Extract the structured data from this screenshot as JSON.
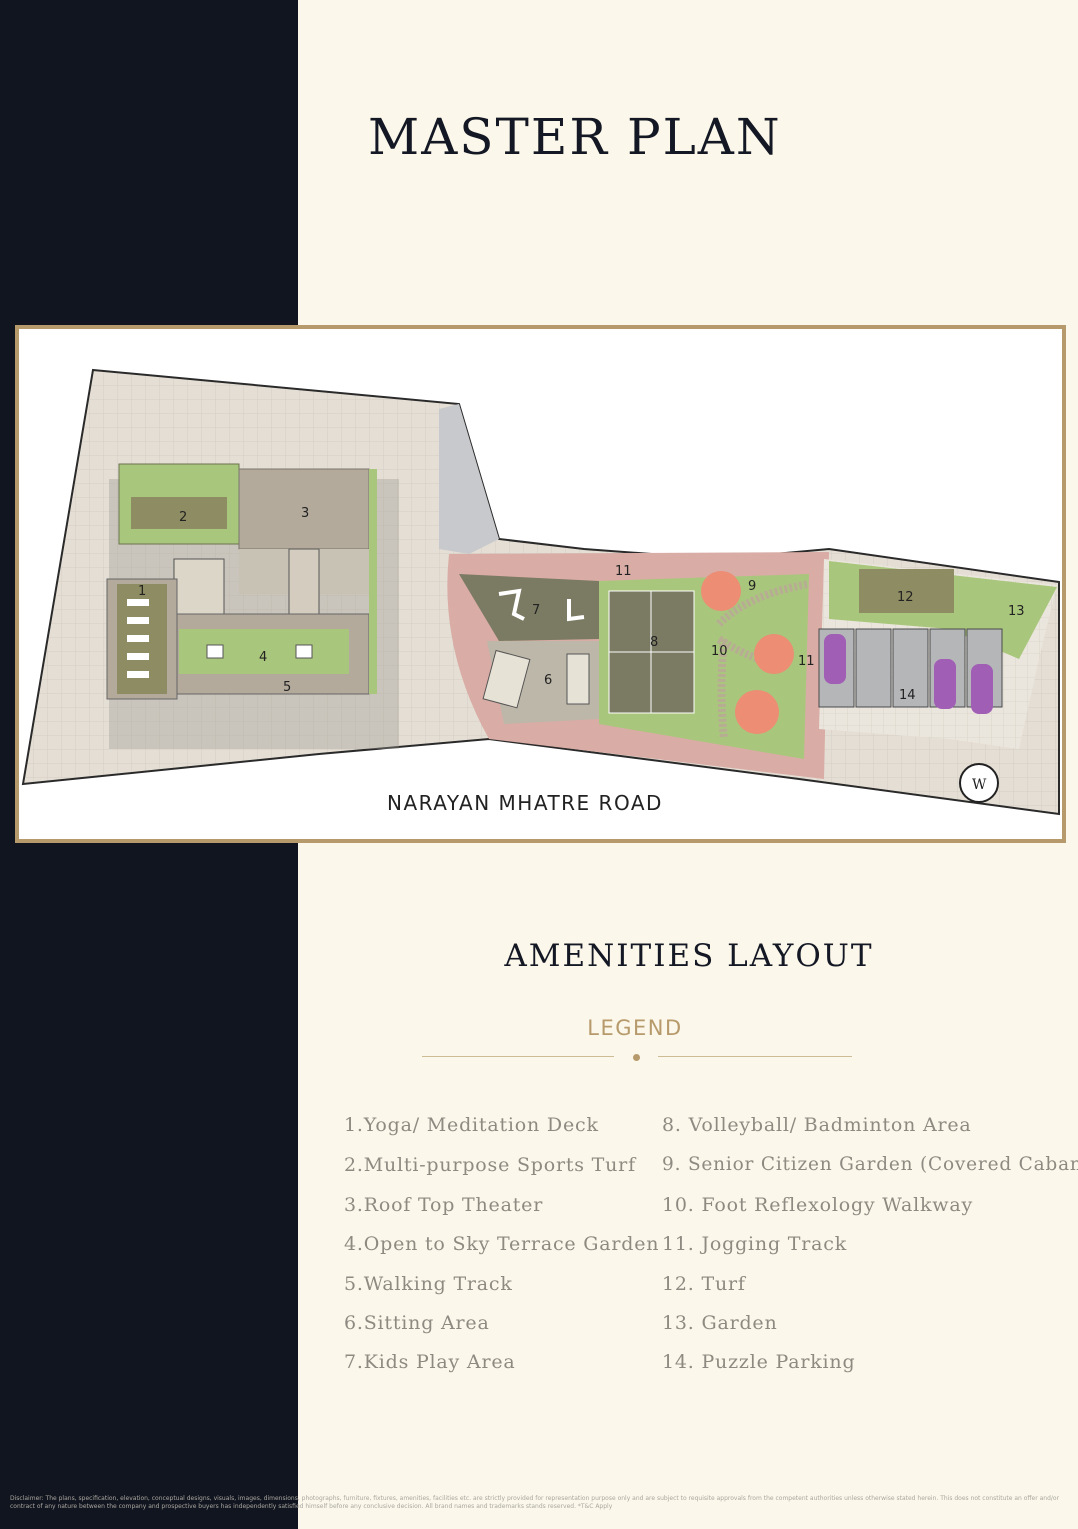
{
  "page": {
    "title": "MASTER PLAN",
    "road_label": "NARAYAN MHATRE ROAD",
    "subtitle": "AMENITIES LAYOUT",
    "compass_label": "W"
  },
  "legend": {
    "heading": "LEGEND",
    "left": [
      {
        "num": "1.",
        "label": "Yoga/ Meditation Deck"
      },
      {
        "num": "2.",
        "label": "Multi-purpose Sports Turf"
      },
      {
        "num": "3.",
        "label": "Roof Top Theater"
      },
      {
        "num": "4.",
        "label": "Open to Sky Terrace Garden"
      },
      {
        "num": "5.",
        "label": "Walking Track"
      },
      {
        "num": "6.",
        "label": "Sitting Area"
      },
      {
        "num": "7.",
        "label": "Kids Play Area"
      }
    ],
    "right": [
      {
        "num": "8.",
        "label": "Volleyball/ Badminton Area"
      },
      {
        "num": "9.",
        "label": "Senior Citizen Garden (Covered Cabana)"
      },
      {
        "num": "10.",
        "label": "Foot Reflexology Walkway"
      },
      {
        "num": "11.",
        "label": "Jogging Track"
      },
      {
        "num": "12.",
        "label": "Turf"
      },
      {
        "num": "13.",
        "label": "Garden"
      },
      {
        "num": "14.",
        "label": "Puzzle Parking"
      }
    ]
  },
  "plan_labels": {
    "n1": "1",
    "n2": "2",
    "n3": "3",
    "n4": "4",
    "n5": "5",
    "n6": "6",
    "n7": "7",
    "n8": "8",
    "n9": "9",
    "n10": "10",
    "n11a": "11",
    "n11b": "11",
    "n12": "12",
    "n13": "13",
    "n14": "14"
  },
  "disclaimer": "Disclaimer: The plans, specification, elevation, conceptual designs, visuals, images, dimensions, photographs, furniture, fixtures, amenities, facilities etc. are strictly provided for representation purpose only and are subject to requisite approvals from the competent authorities unless otherwise stated herein. This does not constitute an offer and/or contract of any nature between the company and prospective buyers has independently satisfied himself before any conclusive decision. All brand names and trademarks stands reserved. *T&C Apply",
  "colors": {
    "dark_band": "#11151f",
    "cream": "#fbf7ea",
    "gold": "#b79a6b",
    "turf": "#a9c77c",
    "paving": "#e3ddd2",
    "track": "#d9aca5",
    "cabana": "#ec8d74",
    "car": "#a05eb5"
  }
}
